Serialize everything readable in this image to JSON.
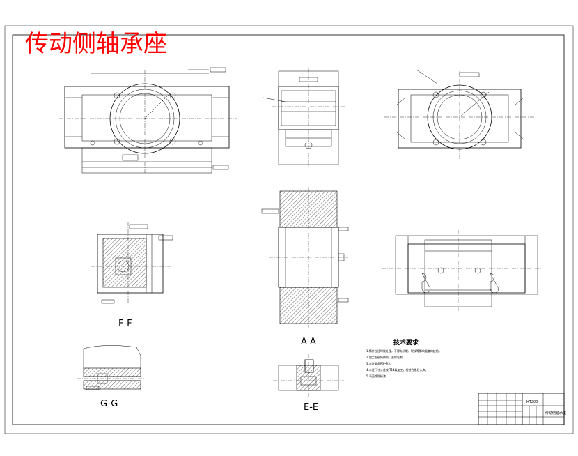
{
  "drawing": {
    "title": "传动侧轴承座",
    "section_labels": {
      "ff": "F-F",
      "aa": "A-A",
      "gg": "G-G",
      "ee": "E-E"
    },
    "tech_requirements": {
      "heading": "技术要求",
      "items": [
        "1.铸件应经时效处理，不得有砂眼、裂纹等影响强度的缺陷。",
        "2.加工面锐角倒钝，去除毛刺。",
        "3.未注圆角R3~R5。",
        "4.未注尺寸公差按IT14级加工，检验合格后入库。",
        "5.表面涂防锈漆。"
      ]
    },
    "title_block": {
      "drawing_name": "传动侧轴承座",
      "material_cell": "HT200"
    }
  },
  "colors": {
    "title": "#ff0000",
    "lines": "#000000",
    "background": "#ffffff"
  }
}
